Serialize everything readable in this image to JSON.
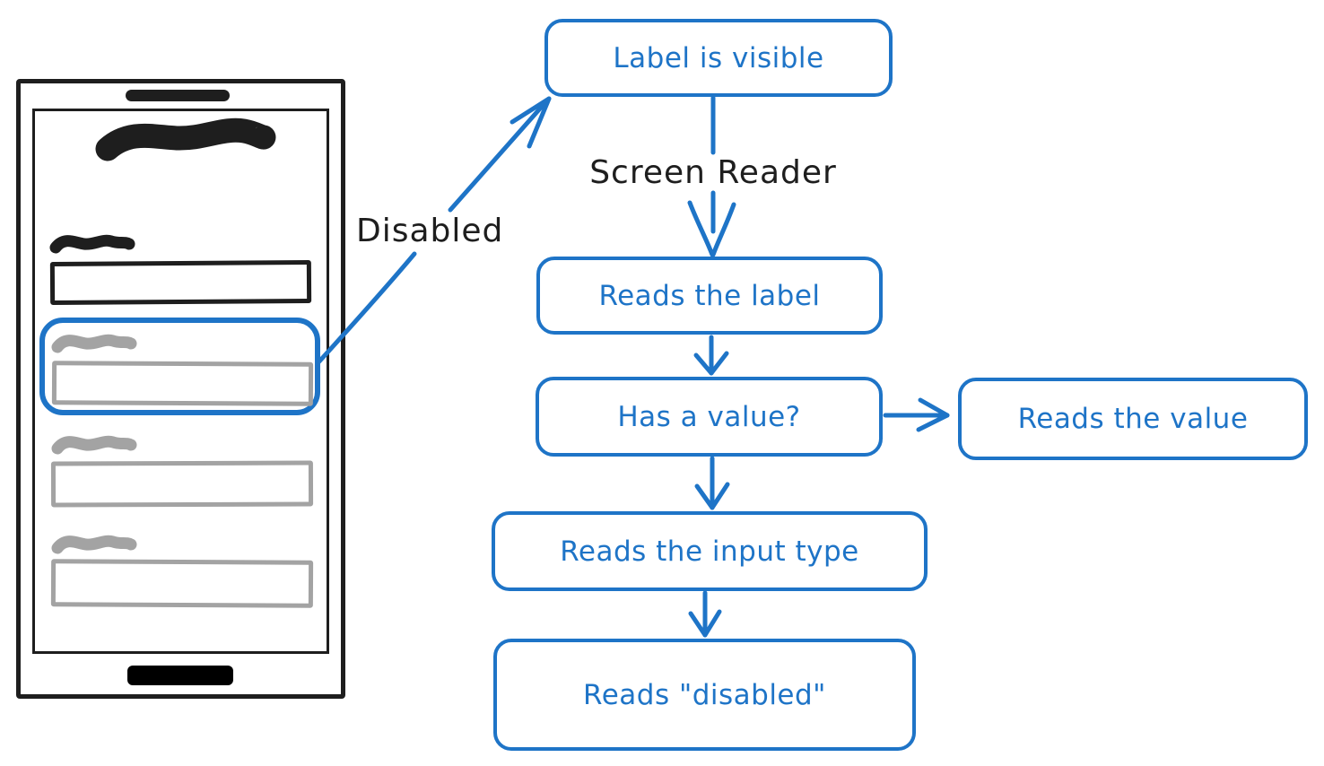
{
  "colors": {
    "accent_blue": "#1e74c7",
    "ink_black": "#1e1e1e",
    "muted_gray": "#a3a3a3"
  },
  "annotations": {
    "disabled": "Disabled",
    "screen_reader": "Screen Reader"
  },
  "flowchart": {
    "nodes": {
      "label_visible": "Label is visible",
      "reads_label": "Reads the label",
      "has_value": "Has a value?",
      "reads_value": "Reads the value",
      "reads_input_type": "Reads the input type",
      "reads_disabled": "Reads \"disabled\""
    }
  }
}
